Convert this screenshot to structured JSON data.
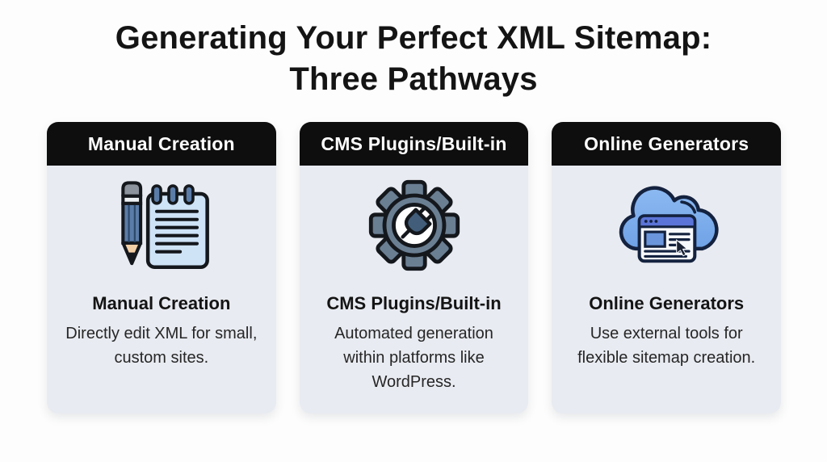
{
  "title": {
    "line1": "Generating Your Perfect XML Sitemap:",
    "line2": "Three Pathways"
  },
  "cards": [
    {
      "header": "Manual Creation",
      "icon": "pencil-notepad-icon",
      "title": "Manual Creation",
      "description": "Directly edit XML for small, custom sites."
    },
    {
      "header": "CMS Plugins/Built-in",
      "icon": "gear-plug-icon",
      "title": "CMS Plugins/Built-in",
      "description": "Automated generation within platforms like WordPress."
    },
    {
      "header": "Online Generators",
      "icon": "cloud-browser-icon",
      "title": "Online Generators",
      "description": "Use external tools for flexible sitemap creation."
    }
  ],
  "colors": {
    "page_background": "#fdfdfd",
    "card_background": "#e8ebf1",
    "header_background": "#0e0e0e",
    "header_text": "#ffffff",
    "title_text": "#141414",
    "description_text": "#262626",
    "icon_outline": "#14181d",
    "icon_blue": "#5a7ca8",
    "icon_light_blue": "#cfe3f7",
    "icon_slate": "#6b7f93",
    "icon_plug_blue": "#415d79",
    "cloud_blue": "#7faeec",
    "browser_bar_blue": "#5b74d8",
    "pencil_tip_tan": "#f3cfa6"
  }
}
